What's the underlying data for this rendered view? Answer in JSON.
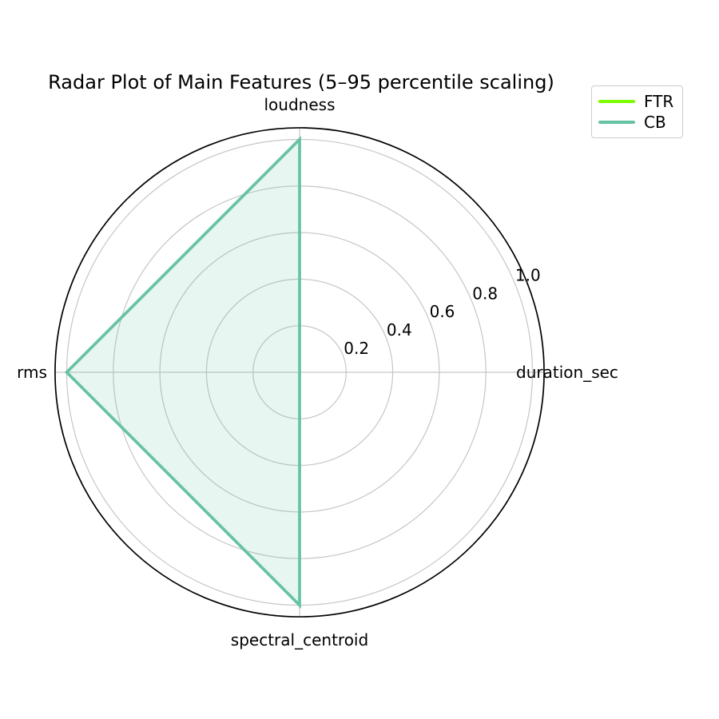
{
  "chart_data": {
    "type": "radar",
    "title": "Radar Plot of Main Features (5–95 percentile scaling)",
    "categories": [
      "loudness",
      "duration_sec",
      "spectral_centroid",
      "rms"
    ],
    "angles_deg": [
      90,
      0,
      270,
      180
    ],
    "series": [
      {
        "name": "FTR",
        "color": "#7cfc00",
        "values": [
          0,
          0,
          0,
          0
        ]
      },
      {
        "name": "CB",
        "color": "#66c2a5",
        "values": [
          1.0,
          0.0,
          1.0,
          1.0
        ]
      }
    ],
    "radial_ticks": [
      0.2,
      0.4,
      0.6,
      0.8,
      1.0
    ],
    "radial_tick_labels": [
      "0.2",
      "0.4",
      "0.6",
      "0.8",
      "1.0"
    ],
    "rmax": 1.05,
    "rlabel_angle_deg": 23,
    "grid": true,
    "legend_position": "upper right"
  }
}
